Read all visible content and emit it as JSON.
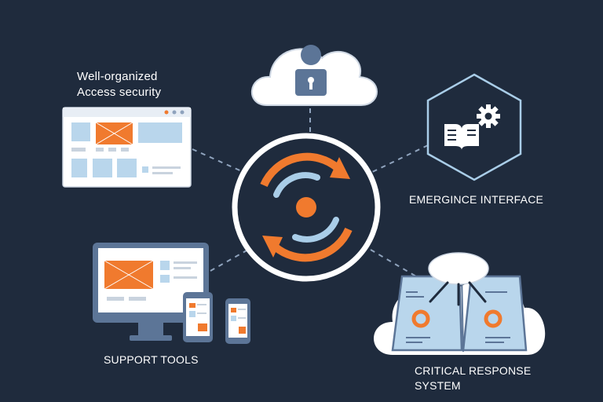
{
  "nodes": {
    "access": {
      "label_line1": "Well-organized",
      "label_line2": "Access security",
      "icon": "browser-window-icon"
    },
    "cloud": {
      "icon": "cloud-user-lock-icon"
    },
    "emergence": {
      "label": "EMERGINCE INTERFACE",
      "icon": "book-gear-icon"
    },
    "support": {
      "label": "SUPPORT TOOLS",
      "icon": "devices-icon"
    },
    "critical": {
      "label_line1": "CRITICAL RESPONSE",
      "label_line2": "SYSTEM",
      "icon": "cloud-panels-icon"
    },
    "hub": {
      "icon": "sync-target-icon"
    }
  },
  "colors": {
    "background": "#1f2b3d",
    "accent_orange": "#f07a2e",
    "accent_blue": "#a9cde8",
    "steel": "#5c7597",
    "panel": "#ffffff"
  }
}
